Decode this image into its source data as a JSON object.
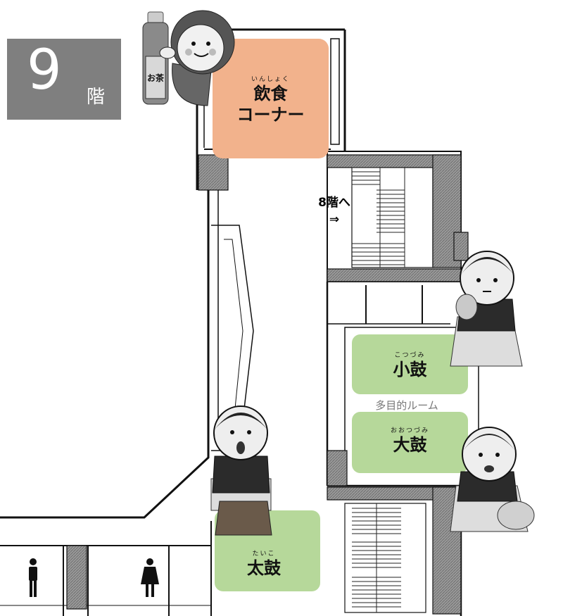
{
  "floor": {
    "number": "9",
    "suffix": "階"
  },
  "zones": {
    "food_corner": {
      "ruby": "いんしょく",
      "line1": "飲食",
      "line2": "コーナー",
      "color": "#f2b28c"
    },
    "kotsuzumi": {
      "ruby": "こつづみ",
      "label": "小鼓",
      "color": "#b6d89a"
    },
    "otsuzumi": {
      "ruby": "おおつづみ",
      "label": "大鼓",
      "color": "#b6d89a"
    },
    "taiko": {
      "ruby": "たいこ",
      "label": "太鼓",
      "color": "#b6d89a"
    }
  },
  "stairs": {
    "label": "8階へ",
    "arrow": "⇒"
  },
  "room": {
    "label": "多目的ルーム"
  },
  "icons": [
    "tea-bottle-icon",
    "girl-icon",
    "kotsuzumi-player-icon",
    "otsuzumi-player-icon",
    "taiko-player-icon",
    "mens-restroom-icon",
    "womens-restroom-icon"
  ]
}
